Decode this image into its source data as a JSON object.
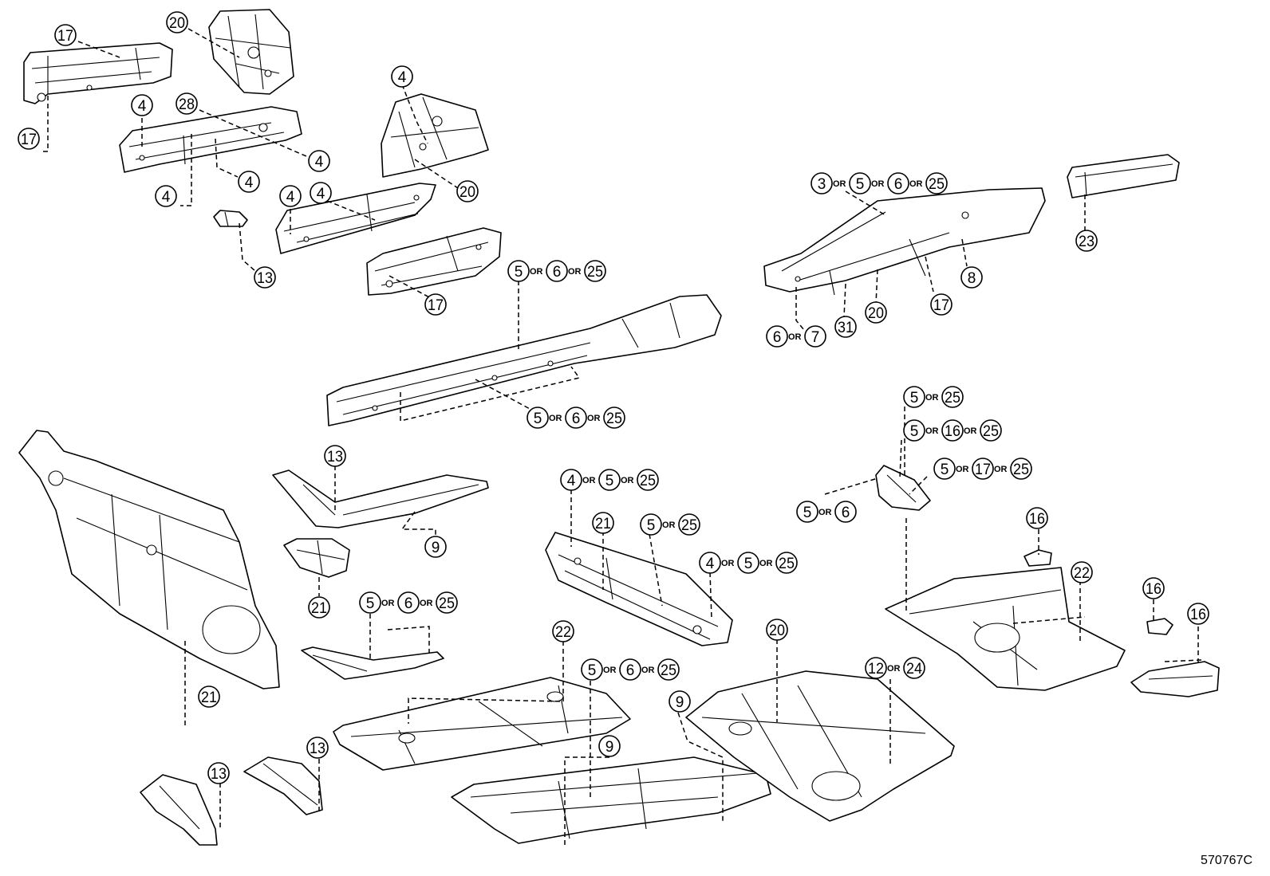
{
  "drawing_code": "570767C",
  "callouts": [
    {
      "id": "c01",
      "parts": [
        "17"
      ]
    },
    {
      "id": "c02",
      "parts": [
        "17"
      ]
    },
    {
      "id": "c03",
      "parts": [
        "20"
      ]
    },
    {
      "id": "c04",
      "parts": [
        "4"
      ]
    },
    {
      "id": "c05",
      "parts": [
        "28"
      ]
    },
    {
      "id": "c06",
      "parts": [
        "4"
      ]
    },
    {
      "id": "c07",
      "parts": [
        "4"
      ]
    },
    {
      "id": "c08",
      "parts": [
        "4"
      ]
    },
    {
      "id": "c09",
      "parts": [
        "4"
      ]
    },
    {
      "id": "c10",
      "parts": [
        "4"
      ]
    },
    {
      "id": "c11",
      "parts": [
        "20"
      ]
    },
    {
      "id": "c12",
      "parts": [
        "4"
      ]
    },
    {
      "id": "c13",
      "parts": [
        "13"
      ]
    },
    {
      "id": "c14",
      "parts": [
        "17"
      ]
    },
    {
      "id": "c15",
      "parts": [
        "5",
        "6",
        "25"
      ]
    },
    {
      "id": "c16",
      "parts": [
        "5",
        "6",
        "25"
      ]
    },
    {
      "id": "c17",
      "parts": [
        "3",
        "5",
        "6",
        "25"
      ]
    },
    {
      "id": "c18",
      "parts": [
        "8"
      ]
    },
    {
      "id": "c19",
      "parts": [
        "17"
      ]
    },
    {
      "id": "c20",
      "parts": [
        "20"
      ]
    },
    {
      "id": "c21",
      "parts": [
        "31"
      ]
    },
    {
      "id": "c22",
      "parts": [
        "6",
        "7"
      ]
    },
    {
      "id": "c23",
      "parts": [
        "23"
      ]
    },
    {
      "id": "c24",
      "parts": [
        "13"
      ]
    },
    {
      "id": "c25",
      "parts": [
        "9"
      ]
    },
    {
      "id": "c26",
      "parts": [
        "21"
      ]
    },
    {
      "id": "c27",
      "parts": [
        "5",
        "6",
        "25"
      ]
    },
    {
      "id": "c28",
      "parts": [
        "21"
      ]
    },
    {
      "id": "c29",
      "parts": [
        "4",
        "5",
        "25"
      ]
    },
    {
      "id": "c30",
      "parts": [
        "21"
      ]
    },
    {
      "id": "c31",
      "parts": [
        "5",
        "25"
      ]
    },
    {
      "id": "c32",
      "parts": [
        "4",
        "5",
        "25"
      ]
    },
    {
      "id": "c33",
      "parts": [
        "5",
        "25"
      ]
    },
    {
      "id": "c34",
      "parts": [
        "5",
        "16",
        "25"
      ]
    },
    {
      "id": "c35",
      "parts": [
        "5",
        "17",
        "25"
      ]
    },
    {
      "id": "c36",
      "parts": [
        "5",
        "6"
      ]
    },
    {
      "id": "c37",
      "parts": [
        "16"
      ]
    },
    {
      "id": "c38",
      "parts": [
        "22"
      ]
    },
    {
      "id": "c39",
      "parts": [
        "16"
      ]
    },
    {
      "id": "c40",
      "parts": [
        "16"
      ]
    },
    {
      "id": "c41",
      "parts": [
        "22"
      ]
    },
    {
      "id": "c42",
      "parts": [
        "5",
        "6",
        "25"
      ]
    },
    {
      "id": "c43",
      "parts": [
        "20"
      ]
    },
    {
      "id": "c44",
      "parts": [
        "12",
        "24"
      ]
    },
    {
      "id": "c45",
      "parts": [
        "9"
      ]
    },
    {
      "id": "c46",
      "parts": [
        "9"
      ]
    },
    {
      "id": "c47",
      "parts": [
        "13"
      ]
    },
    {
      "id": "c48",
      "parts": [
        "13"
      ]
    }
  ],
  "or_text": "OR"
}
